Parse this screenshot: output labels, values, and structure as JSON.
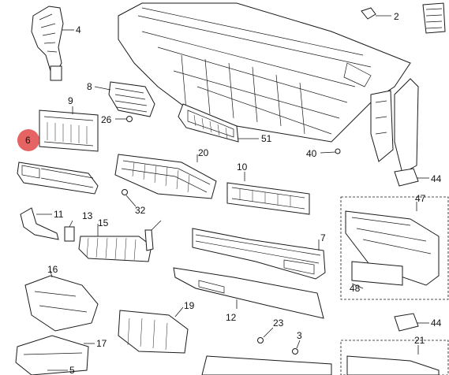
{
  "diagram": {
    "highlight_color": "#e04848",
    "highlighted_callout": "6",
    "callouts": {
      "c1": "2",
      "c2": "4",
      "c3": "8",
      "c4": "9",
      "c5": "26",
      "c6": "6",
      "c7": "51",
      "c8": "40",
      "c9": "20",
      "c10": "44",
      "c11": "47",
      "c12": "10",
      "c13": "32",
      "c14": "11",
      "c15": "13",
      "c16": "15",
      "c17": "7",
      "c18": "16",
      "c19": "48",
      "c20": "12",
      "c21": "19",
      "c22": "44",
      "c23": "23",
      "c24": "3",
      "c25": "21",
      "c26": "17",
      "c27": "5"
    }
  }
}
